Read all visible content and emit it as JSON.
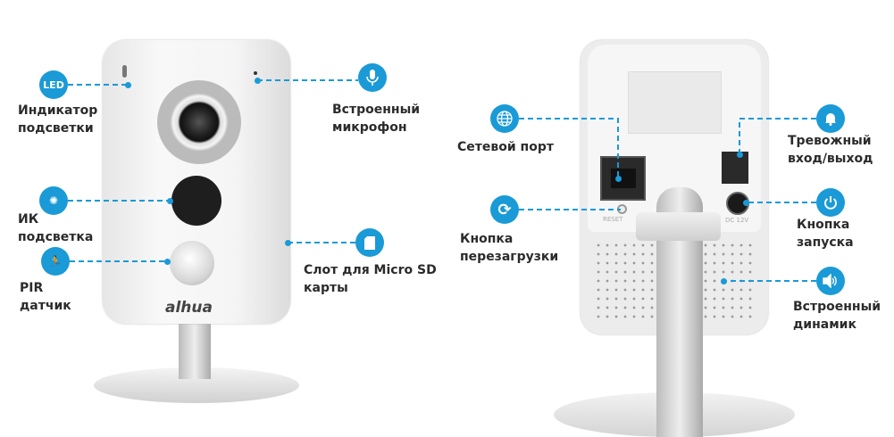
{
  "brand_logo": "alhua",
  "colors": {
    "accent": "#1a9ad6",
    "text": "#2b2b2b"
  },
  "front": {
    "led": {
      "icon_text": "LED",
      "label_1": "Индикатор",
      "label_2": "подсветки"
    },
    "microphone": {
      "icon": "microphone-icon",
      "label_1": "Встроенный",
      "label_2": "микрофон"
    },
    "ir": {
      "icon": "ir-light-icon",
      "label_1": "ИК",
      "label_2": "подсветка"
    },
    "pir": {
      "icon": "motion-sensor-icon",
      "label_1": "PIR",
      "label_2": "датчик"
    },
    "sd": {
      "icon": "sd-card-icon",
      "label_1": "Слот для Micro SD",
      "label_2": "карты"
    }
  },
  "back": {
    "network": {
      "icon": "globe-icon",
      "label_1": "Сетевой порт"
    },
    "reset": {
      "icon": "refresh-icon",
      "label_1": "Кнопка",
      "label_2": "перезагрузки",
      "port_text": "RESET"
    },
    "alarm": {
      "icon": "alarm-bell-icon",
      "label_1": "Тревожный",
      "label_2": "вход/выход"
    },
    "power": {
      "icon": "power-icon",
      "label_1": "Кнопка",
      "label_2": "запуска",
      "port_text": "DC 12V"
    },
    "speaker": {
      "icon": "speaker-icon",
      "label_1": "Встроенный",
      "label_2": "динамик"
    }
  }
}
